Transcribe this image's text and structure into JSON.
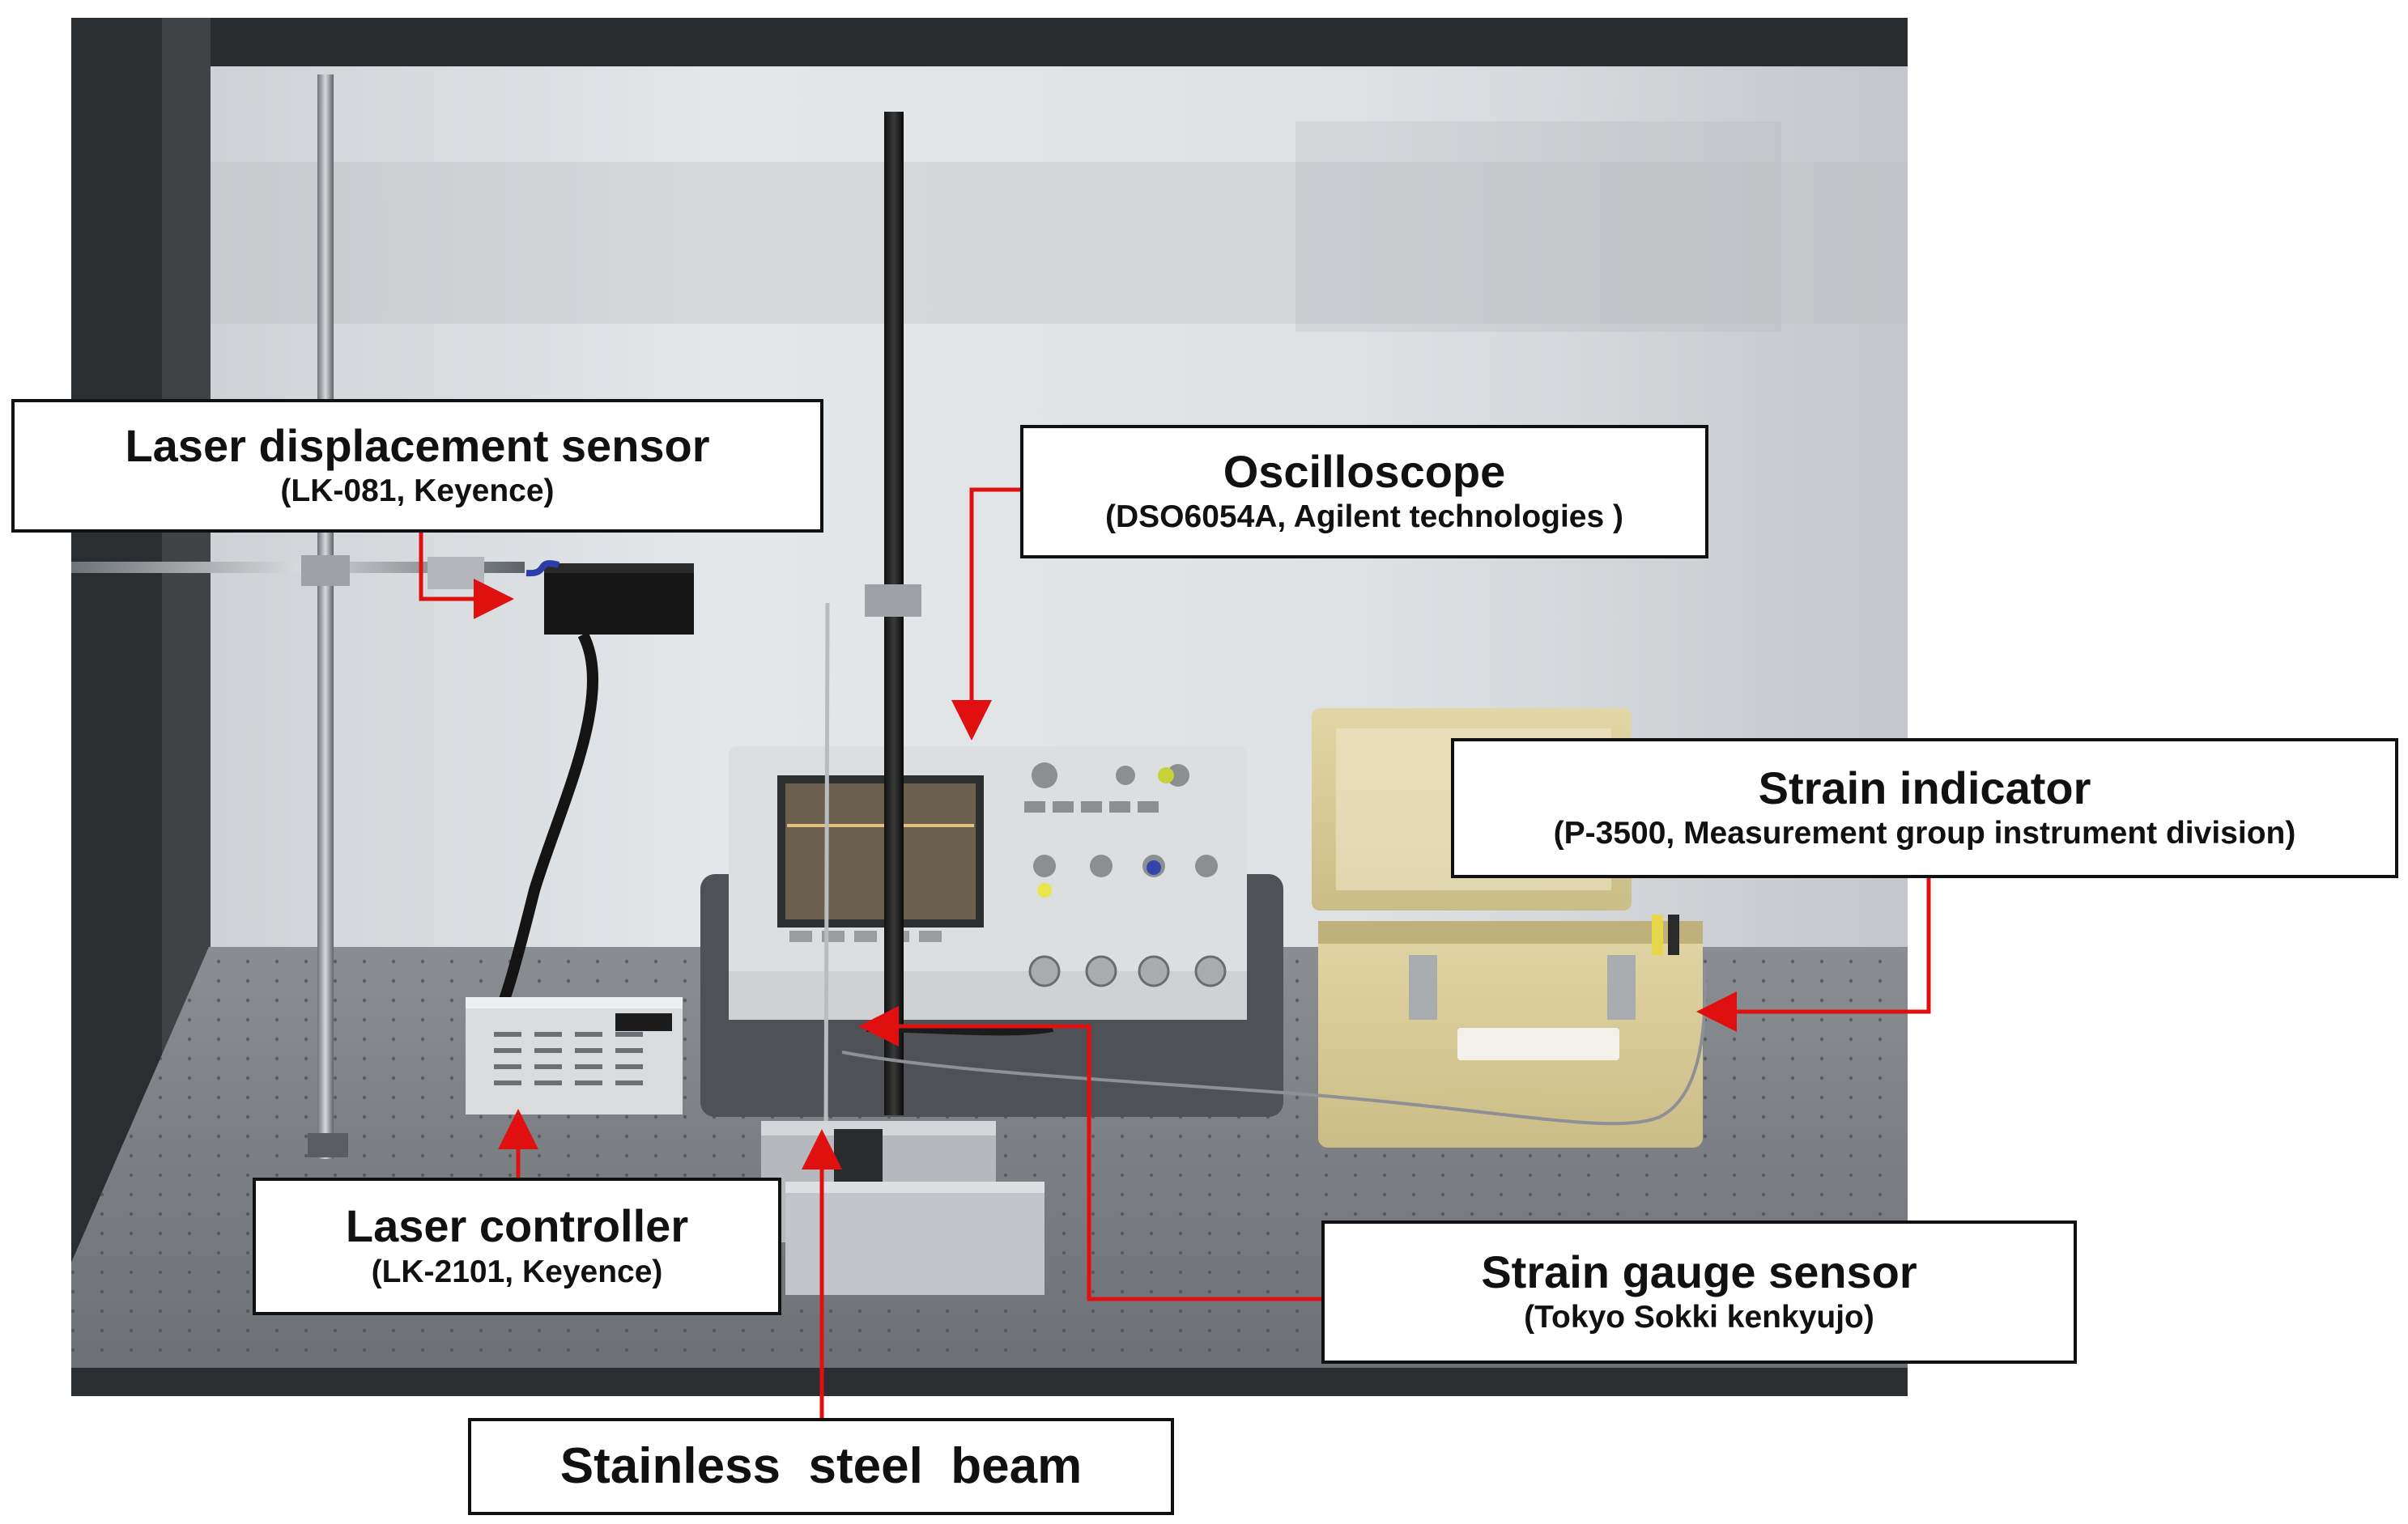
{
  "figure": {
    "accent_color": "#e01010",
    "labels": {
      "laser_sensor": {
        "title": "Laser displacement sensor",
        "detail": "(LK-081, Keyence)"
      },
      "oscilloscope": {
        "title": "Oscilloscope",
        "detail": "(DSO6054A, Agilent technologies )"
      },
      "strain_indicator": {
        "title": "Strain indicator",
        "detail": "(P-3500, Measurement group instrument division)"
      },
      "laser_controller": {
        "title": "Laser controller",
        "detail": "(LK-2101, Keyence)"
      },
      "strain_gauge": {
        "title": "Strain gauge sensor",
        "detail": "(Tokyo  Sokki  kenkyujo)"
      },
      "beam": {
        "title": "Stainless  steel  beam"
      }
    }
  }
}
